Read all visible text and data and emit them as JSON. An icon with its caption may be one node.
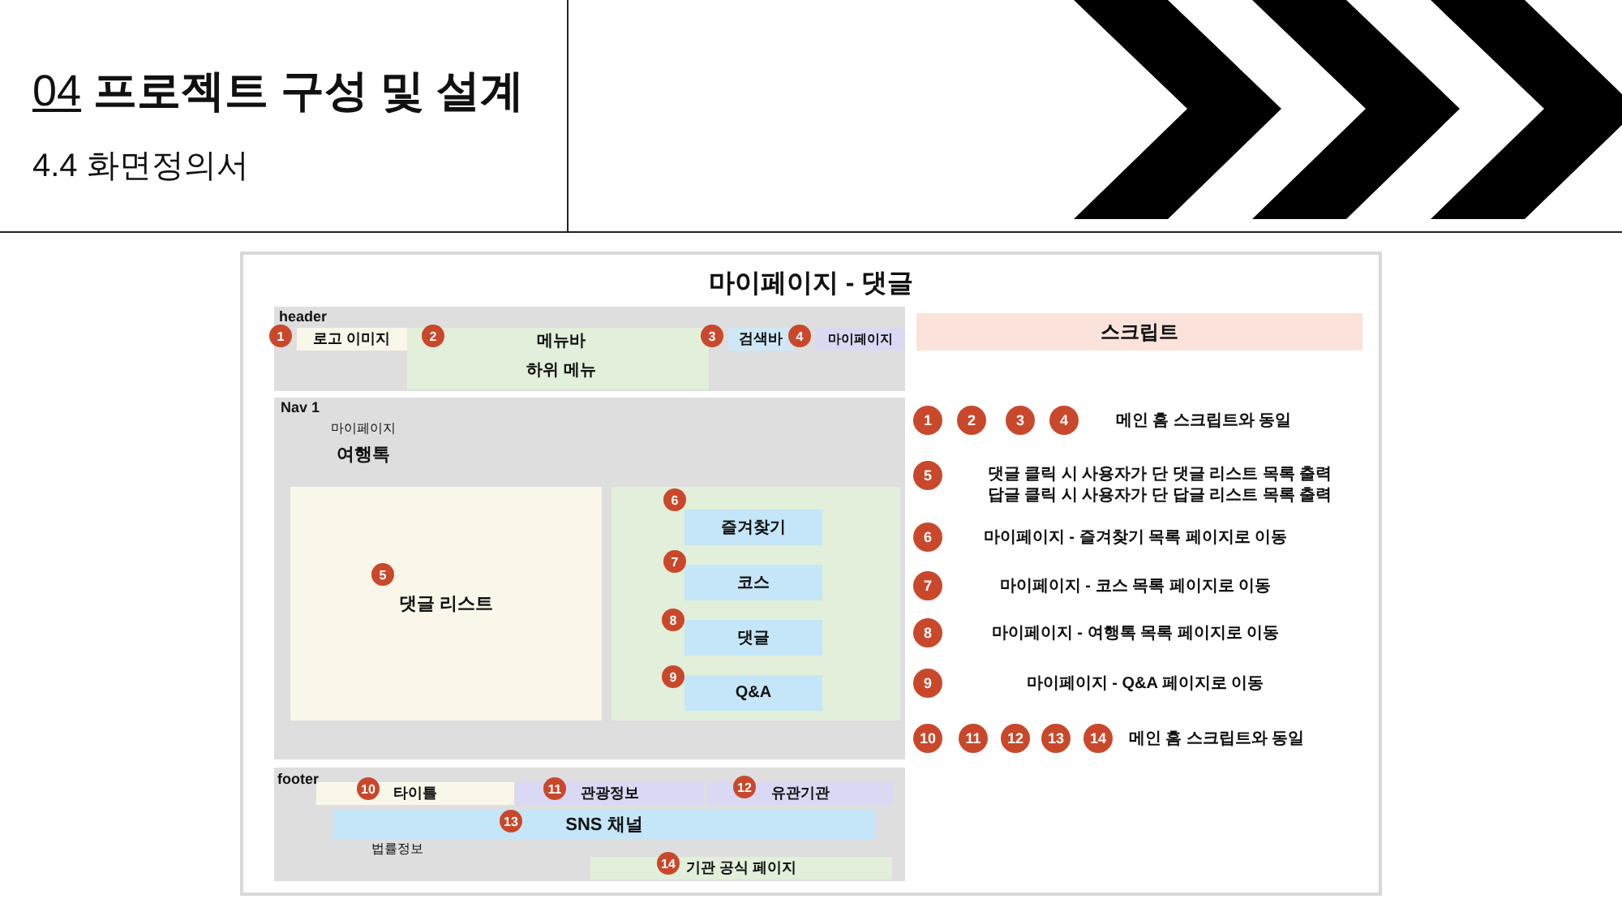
{
  "diagram": {
    "title": "04 프로젝트 구성 및 설계",
    "nodes": [
      {
        "text": [
          "마이페이지 - 댓글"
        ]
      },
      {
        "text": [
          "header"
        ],
        "in": 0
      },
      {
        "text": [
          "로고 이미지"
        ],
        "in": 1
      },
      {
        "text": [
          "메뉴바",
          "하위 메뉴"
        ],
        "in": 1
      },
      {
        "text": [
          "검색바"
        ],
        "in": 1
      },
      {
        "text": [
          "마이페이지"
        ],
        "in": 1
      },
      {
        "text": [
          "Nav 1",
          "마이페이지",
          "여행톡"
        ],
        "in": 0
      },
      {
        "text": [
          "댓글 리스트"
        ],
        "in": 6
      },
      {
        "text": [],
        "shape": "box",
        "in": 6
      },
      {
        "text": [
          "즐겨찾기"
        ],
        "in": 8
      },
      {
        "text": [
          "코스"
        ],
        "in": 8
      },
      {
        "text": [
          "댓글"
        ],
        "in": 8
      },
      {
        "text": [
          "Q&A"
        ],
        "in": 8
      },
      {
        "text": [
          "footer",
          "법률정보"
        ],
        "in": 0
      },
      {
        "text": [
          "타이틀"
        ],
        "in": 13
      },
      {
        "text": [
          "관광정보"
        ],
        "in": 13
      },
      {
        "text": [
          "유관기관"
        ],
        "in": 13
      },
      {
        "text": [
          "SNS 채널"
        ],
        "in": 13
      },
      {
        "text": [
          "기관 공식 페이지"
        ],
        "in": 13
      },
      {
        "text": [
          "스크립트"
        ],
        "in": 0
      }
    ],
    "labels": [
      "4.4 화면정의서",
      "1",
      "2",
      "3",
      "4",
      "5",
      "6",
      "7",
      "8",
      "9",
      "10",
      "11",
      "12",
      "13",
      "14",
      "1",
      "2",
      "3",
      "4",
      "메인 홈 스크립트와 동일",
      "5",
      "댓글 클릭 시 사용자가 단 댓글 리스트 목록 출력",
      "답글 클릭 시 사용자가 단 답글 리스트 목록 출력",
      "6",
      "마이페이지 - 즐겨찾기 목록 페이지로 이동",
      "7",
      "마이페이지 - 코스 목록 페이지로 이동",
      "8",
      "마이페이지 - 여행톡 목록 페이지로 이동",
      "9",
      "마이페이지 - Q&A 페이지로 이동",
      "10",
      "11",
      "12",
      "13",
      "14",
      "메인 홈 스크립트와 동일"
    ]
  }
}
